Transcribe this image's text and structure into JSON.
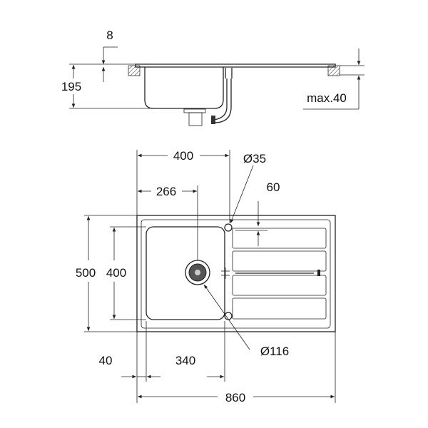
{
  "side_view": {
    "dim_rim": "8",
    "dim_depth": "195",
    "dim_worktop": "max.40"
  },
  "top_view": {
    "dim_bowl_offset": "400",
    "dim_drain_offset": "266",
    "dim_tap_hole": "Ø35",
    "dim_drainer_offset": "60",
    "dim_overall_depth": "500",
    "dim_bowl_depth": "400",
    "dim_side_margin": "40",
    "dim_bowl_width": "340",
    "dim_drain": "Ø116",
    "dim_overall_width": "860"
  }
}
